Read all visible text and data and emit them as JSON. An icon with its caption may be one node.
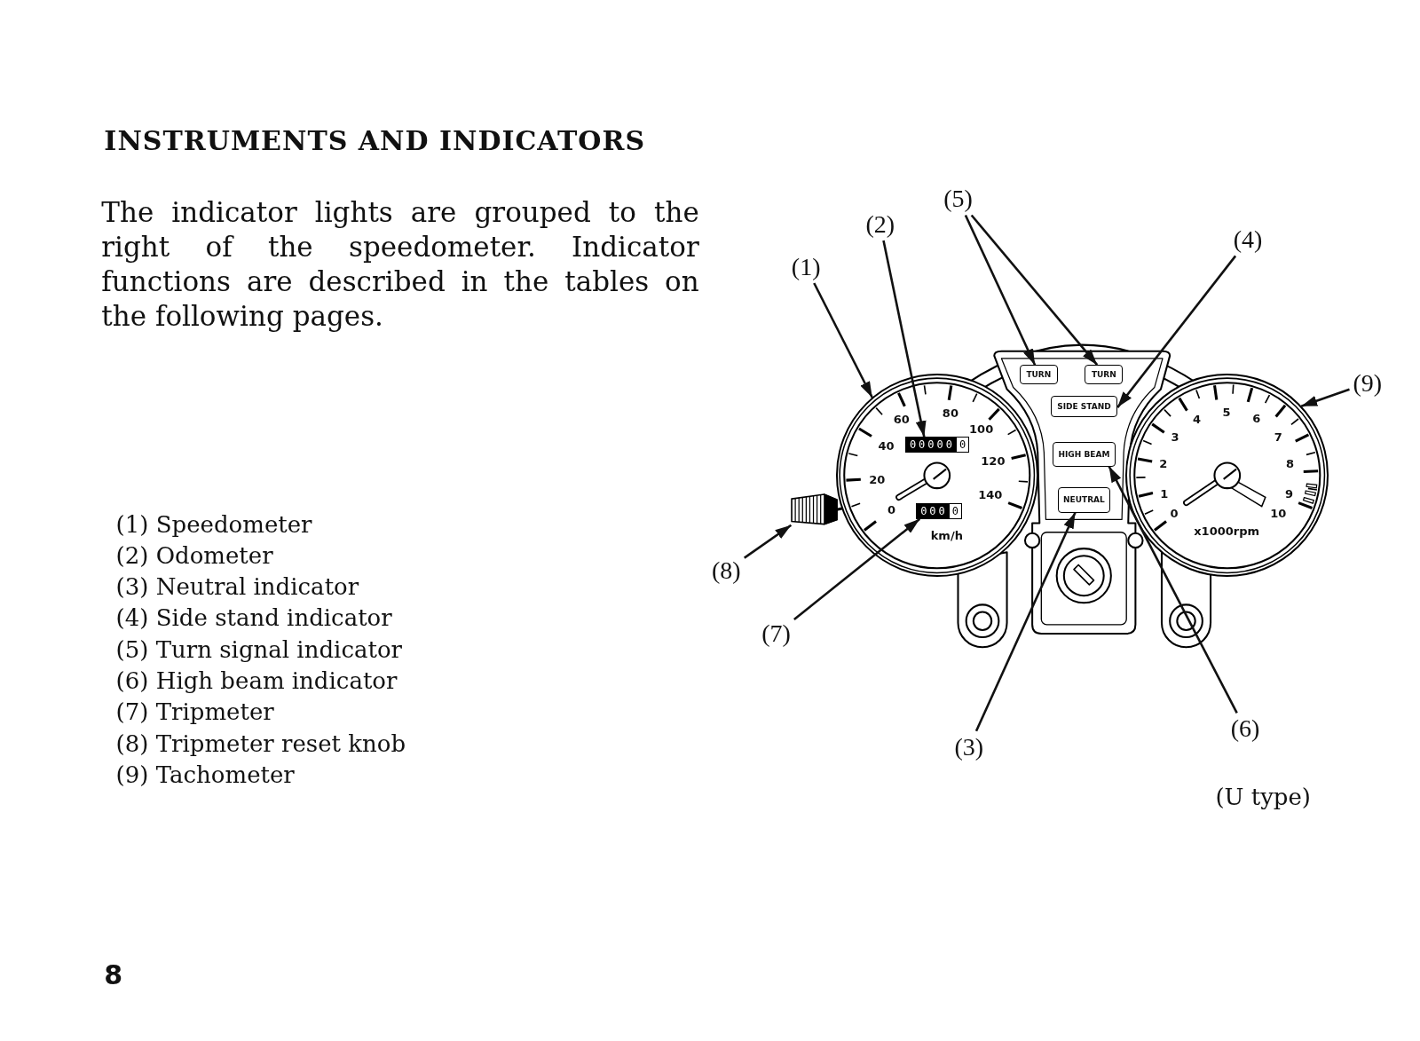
{
  "diagram": {
    "title": "INSTRUMENTS AND INDICATORS",
    "nodes": [
      {
        "text": [
          "(5)"
        ]
      },
      {
        "text": [
          "(2)"
        ]
      },
      {
        "text": [
          "(4)"
        ]
      },
      {
        "text": [
          "(1)"
        ]
      },
      {
        "text": [
          "TURN"
        ]
      },
      {
        "text": [
          "TURN"
        ]
      },
      {
        "text": [
          "(9)"
        ]
      },
      {
        "text": [
          "0",
          "20",
          "40",
          "60",
          "80",
          "100",
          "120",
          "140",
          "km/h"
        ]
      },
      {
        "text": [
          "00000",
          "0"
        ],
        "in": 7
      },
      {
        "text": [
          "SIDE STAND"
        ]
      },
      {
        "text": [
          "0",
          "1",
          "2",
          "3",
          "4",
          "5",
          "6",
          "7",
          "8",
          "9",
          "10",
          "x1000rpm"
        ]
      },
      {
        "text": [
          "HIGH BEAM"
        ]
      },
      {
        "text": [],
        "shape": "picture"
      },
      {
        "text": [
          "NEUTRAL"
        ]
      },
      {
        "text": [
          "000",
          "0"
        ],
        "in": 7
      },
      {
        "text": [
          "(8)"
        ]
      },
      {
        "text": [
          "(7)"
        ]
      },
      {
        "text": [
          "(6)"
        ]
      },
      {
        "text": [
          "(3)"
        ]
      }
    ],
    "edges": [
      {
        "from": 0,
        "to": 4,
        "arrow": "to"
      },
      {
        "from": 0,
        "to": 5,
        "arrow": "to"
      },
      {
        "from": 1,
        "to": 8,
        "arrow": "to"
      },
      {
        "from": 2,
        "to": 9,
        "arrow": "to"
      },
      {
        "from": 3,
        "to": 7,
        "arrow": "to"
      },
      {
        "from": 6,
        "to": 10,
        "arrow": "to"
      },
      {
        "from": 15,
        "to": 12,
        "arrow": "to"
      },
      {
        "from": 16,
        "to": 14,
        "arrow": "to"
      },
      {
        "from": 17,
        "to": 11,
        "arrow": "to"
      },
      {
        "from": 18,
        "to": 13,
        "arrow": "to"
      }
    ],
    "labels": [
      "The indicator lights are grouped to the right of the speedometer. Indicator functions are described in the tables on the following pages.",
      "(1) Speedometer",
      "(2) Odometer",
      "(3) Neutral indicator",
      "(4) Side stand indicator",
      "(5) Turn signal indicator",
      "(6) High beam indicator",
      "(7) Tripmeter",
      "(8) Tripmeter reset knob",
      "(9) Tachometer",
      "(U type)",
      "8"
    ]
  }
}
